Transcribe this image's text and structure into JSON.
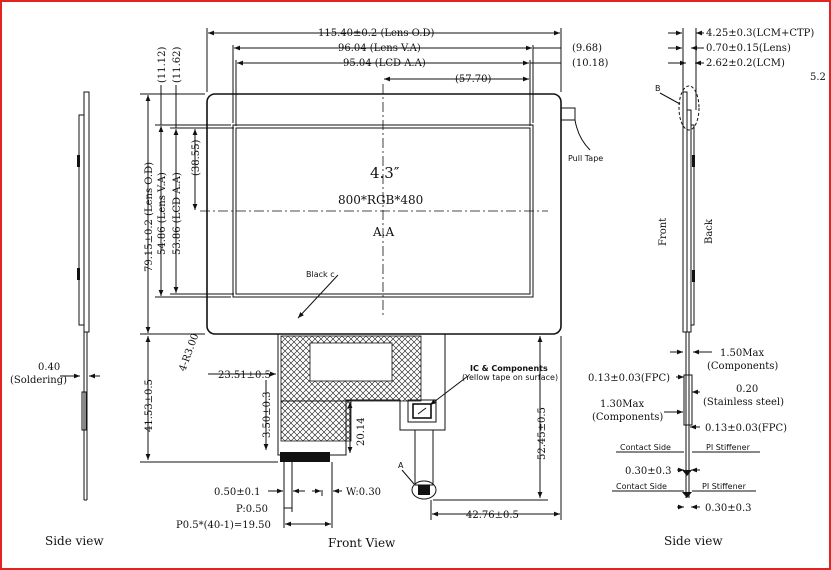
{
  "front_view": {
    "caption": "Front View",
    "dims": {
      "lens_od": "115.40±0.2 (Lens O.D)",
      "lens_va": "96.04 (Lens V.A)",
      "lcd_aa": "95.04 (LCD A.A)",
      "r968": "(9.68)",
      "r1018": "(10.18)",
      "center": "(57.70)",
      "v_lens_od": "79.15±0.2 (Lens O.D)",
      "v_lens_va": "54.86 (Lens V.A)",
      "v_lcd_aa": "53.86 (LCD A.A)",
      "v1112": "(11.12)",
      "v1162": "(11.62)",
      "v3855": "(38.55)",
      "radius": "4-R3.00",
      "d2351": "23.51±0.5",
      "v4153": "41.53±0.5",
      "v350": "3.50±0.3",
      "v2014": "20.14",
      "v5245": "52.45±0.5",
      "h4276": "42.76±0.5",
      "pitch_w": "0.50±0.1",
      "w030": "W:0.30",
      "p050": "P:0.50",
      "pitch_total": "P0.5*(40-1)=19.50"
    },
    "labels": {
      "size": "4.3″",
      "resolution": "800*RGB*480",
      "aa": "A.A",
      "black": "Black c",
      "pull_tape": "Pull Tape",
      "ic_title": "IC & Components",
      "ic_sub": "(Yellow tape on surface)",
      "marker_a": "A"
    }
  },
  "left_side_view": {
    "caption": "Side view",
    "soldering_value": "0.40",
    "soldering_label": "(Soldering)"
  },
  "right_side_view": {
    "caption": "Side view",
    "dims": {
      "t425": "4.25±0.3(LCM+CTP)",
      "t070": "0.70±0.15(Lens)",
      "t262": "2.62±0.2(LCM)",
      "t52": "5.2",
      "max150": "1.50Max",
      "comp1": "(Components)",
      "fpc1": "0.13±0.03(FPC)",
      "t020": "0.20",
      "steel": "(Stainless steel)",
      "max130": "1.30Max",
      "comp2": "(Components)",
      "fpc2": "0.13±0.03(FPC)",
      "contact1": "Contact Side",
      "stiff1": "PI Stiffener",
      "t030a": "0.30±0.3",
      "contact2": "Contact Side",
      "stiff2": "PI Stiffener",
      "t030b": "0.30±0.3"
    },
    "labels": {
      "front": "Front",
      "back": "Back",
      "marker_b": "B"
    }
  }
}
